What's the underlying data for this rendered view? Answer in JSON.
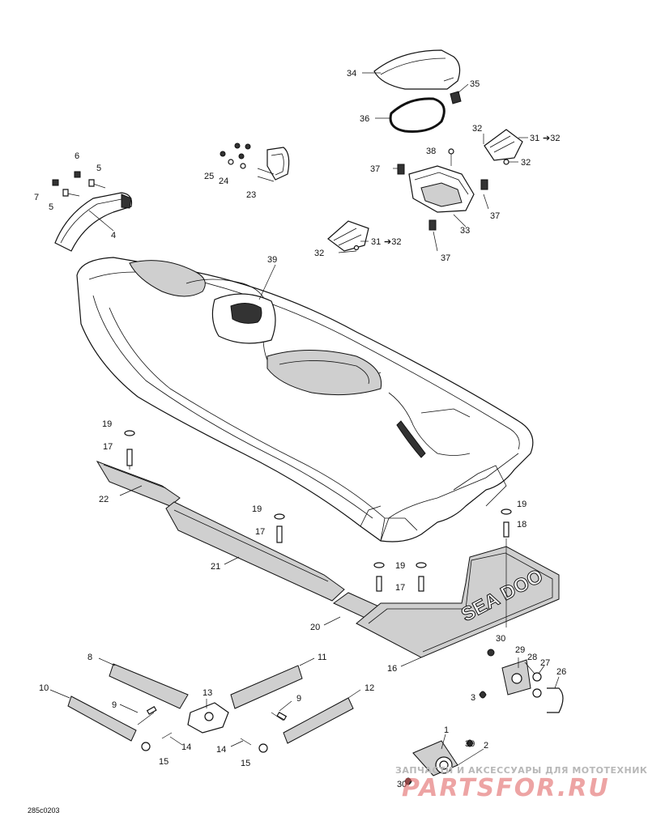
{
  "drawing_code": "285c0203",
  "watermark": {
    "line1": "ЗАПЧАСТИ И АКСЕССУАРЫ ДЛЯ МОТОТЕХНИКИ",
    "line2": "PARTSFOR.RU"
  },
  "decal_text": "SEA DOO",
  "callouts": {
    "c34": "34",
    "c35": "35",
    "c36": "36",
    "c32a": "32",
    "c31a": "31",
    "c32b": "32",
    "c38": "38",
    "c37a": "37",
    "c37b": "37",
    "c37c": "37",
    "c33": "33",
    "c32c": "32",
    "c31b": "31",
    "c6": "6",
    "c5a": "5",
    "c7": "7",
    "c5b": "5",
    "c4": "4",
    "c25": "25",
    "c24": "24",
    "c23": "23",
    "c39": "39",
    "c19a": "19",
    "c17a": "17",
    "c22": "22",
    "c19b": "19",
    "c17b": "17",
    "c21": "21",
    "c19c": "19",
    "c18": "18",
    "c19d": "19",
    "c17c": "17",
    "c20": "20",
    "c16": "16",
    "c30a": "30",
    "c29": "29",
    "c28": "28",
    "c27": "27",
    "c26": "26",
    "c3": "3",
    "c8": "8",
    "c11": "11",
    "c10": "10",
    "c13": "13",
    "c12": "12",
    "c9a": "9",
    "c9b": "9",
    "c14a": "14",
    "c14b": "14",
    "c15a": "15",
    "c15b": "15",
    "c1": "1",
    "c30b": "30",
    "c2": "2",
    "c30c": "30"
  },
  "arrow_refs": {
    "r32a": "32",
    "r32b": "32"
  }
}
